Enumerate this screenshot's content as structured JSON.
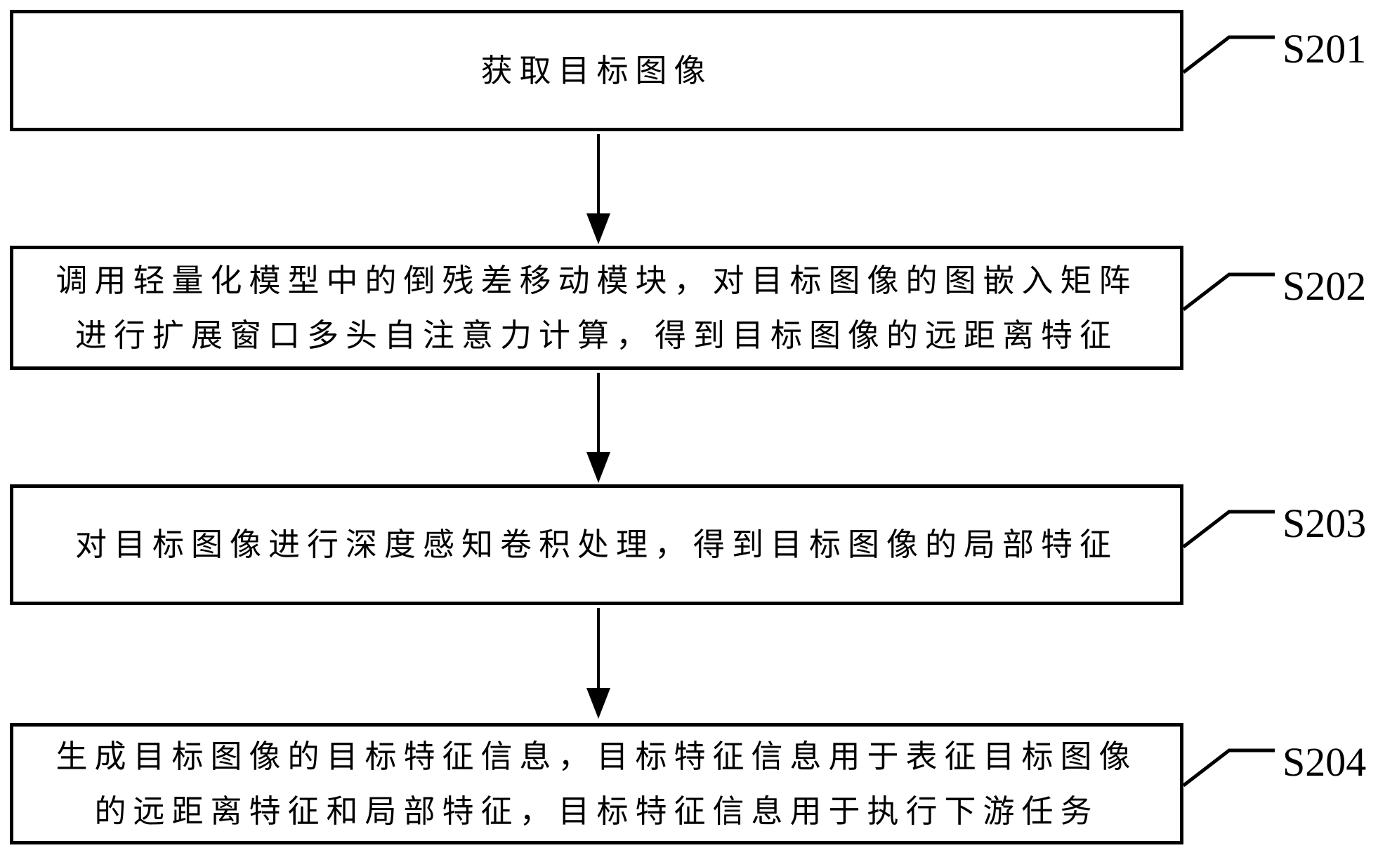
{
  "page": {
    "background_color": "#ffffff",
    "ink_color": "#000000"
  },
  "flowchart": {
    "connector_style": "down-arrow",
    "steps": [
      {
        "label": "S201",
        "lines": [
          "获取目标图像"
        ]
      },
      {
        "label": "S202",
        "lines": [
          "调用轻量化模型中的倒残差移动模块，对目标图像的图嵌入矩阵",
          "进行扩展窗口多头自注意力计算，得到目标图像的远距离特征"
        ]
      },
      {
        "label": "S203",
        "lines": [
          "对目标图像进行深度感知卷积处理，得到目标图像的局部特征"
        ]
      },
      {
        "label": "S204",
        "lines": [
          "生成目标图像的目标特征信息，目标特征信息用于表征目标图像",
          "的远距离特征和局部特征，目标特征信息用于执行下游任务"
        ]
      }
    ]
  }
}
